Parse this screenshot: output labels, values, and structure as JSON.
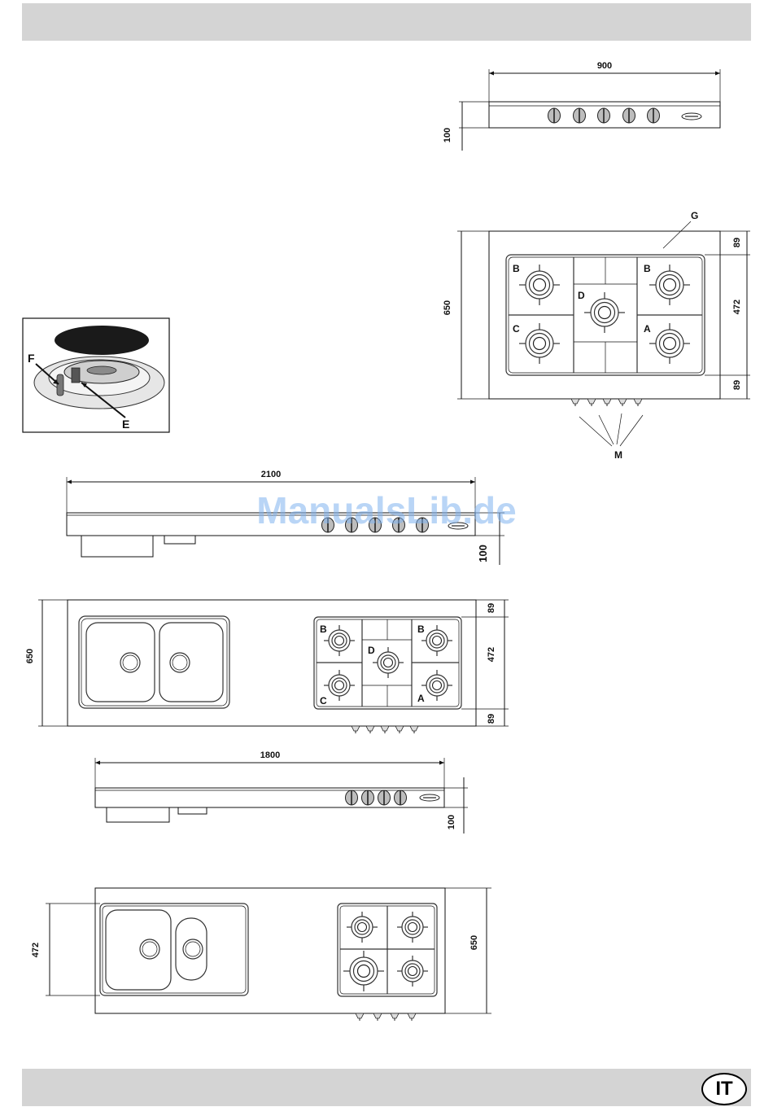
{
  "diagram1": {
    "width_label": "900",
    "height_label": "100"
  },
  "diagram2": {
    "side_label": "650",
    "top_margin_label": "89",
    "grid_label": "472",
    "bottom_margin_label": "89",
    "callout_g": "G",
    "callout_m": "M",
    "burners": [
      "B",
      "B",
      "D",
      "C",
      "A"
    ]
  },
  "detail": {
    "callout_f": "F",
    "callout_e": "E"
  },
  "diagram3": {
    "width_label": "2100",
    "height_label": "100"
  },
  "diagram4": {
    "side_label": "650",
    "top_margin_label": "89",
    "grid_label": "472",
    "bottom_margin_label": "89",
    "burners": [
      "B",
      "B",
      "D",
      "C",
      "A"
    ]
  },
  "diagram5": {
    "width_label": "1800",
    "height_label": "100"
  },
  "diagram6": {
    "left_label": "472",
    "right_label": "650"
  },
  "watermark": "ManualsLib.de",
  "language_badge": "IT"
}
